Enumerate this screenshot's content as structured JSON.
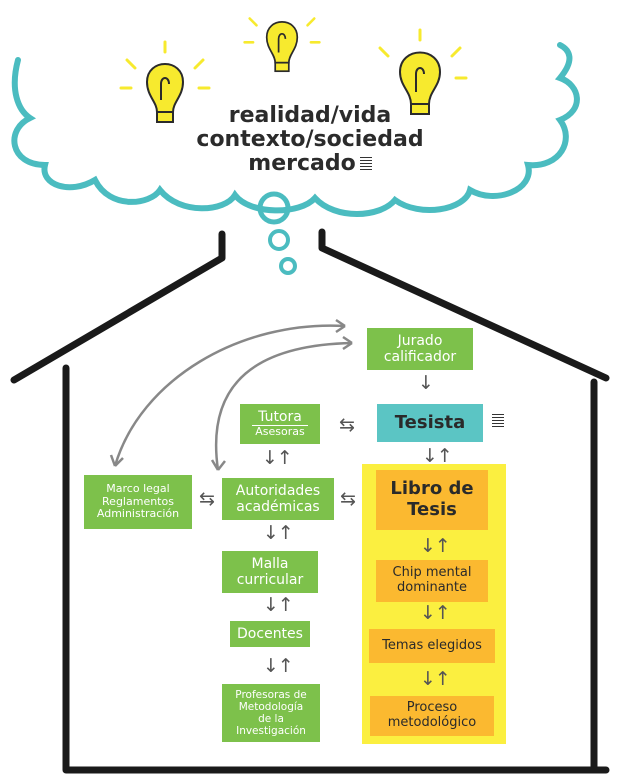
{
  "cloud": {
    "line1": "realidad/vida",
    "line2": "contexto/sociedad",
    "line3": "mercado"
  },
  "nodes": {
    "jurado": [
      "Jurado",
      "calificador"
    ],
    "tesista": "Tesista",
    "tutora": "Tutora",
    "asesoras": "Asesoras",
    "marco": [
      "Marco legal",
      "Reglamentos",
      "Administración"
    ],
    "autoridades": [
      "Autoridades",
      "académicas"
    ],
    "malla": [
      "Malla",
      "curricular"
    ],
    "docentes": "Docentes",
    "profesoras": [
      "Profesoras de",
      "Metodología",
      "de la",
      "Investigación"
    ],
    "libro": [
      "Libro de",
      "Tesis"
    ],
    "chip": [
      "Chip mental",
      "dominante"
    ],
    "temas": "Temas elegidos",
    "proceso": [
      "Proceso",
      "metodológico"
    ]
  },
  "colors": {
    "green": "#7dc14b",
    "cyan": "#5bc5c4",
    "orange": "#fbb930",
    "yellow": "#fbef40",
    "cloud": "#4bbcc0",
    "bulb": "#f7ea2e",
    "house": "#1a1a1a"
  }
}
